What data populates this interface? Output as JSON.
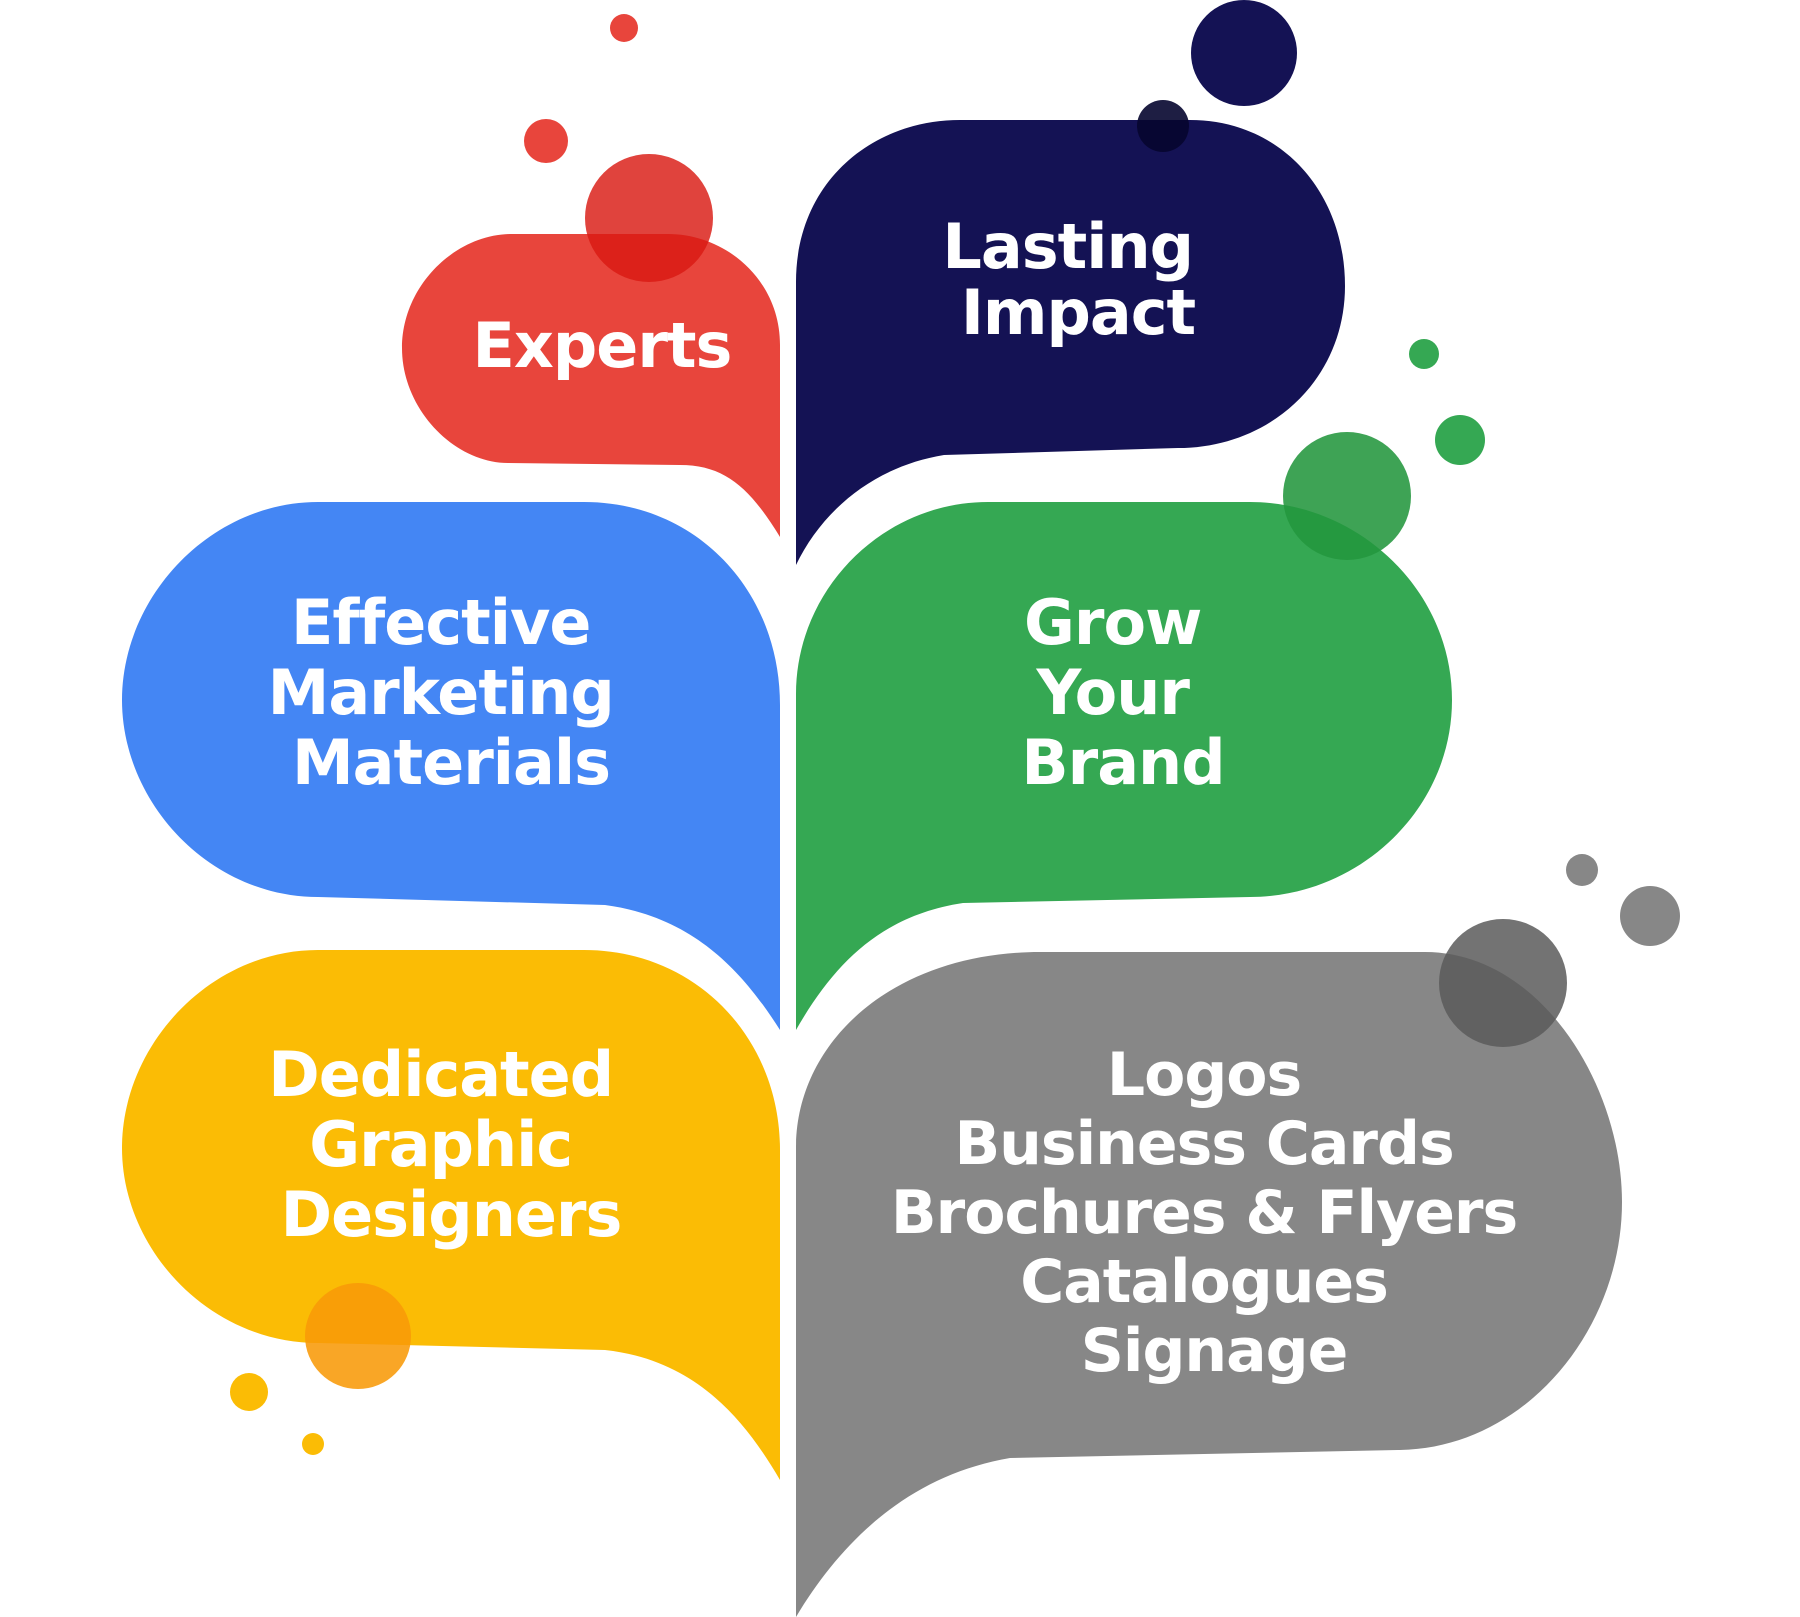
{
  "colors": {
    "red": "#E8453C",
    "navy": "#141254",
    "blue": "#4486F4",
    "green": "#35A853",
    "yellow": "#FBBC05",
    "gray": "#878787",
    "background": "#FFFFFF",
    "text": "#FFFFFF"
  },
  "bubbles": [
    {
      "id": "experts",
      "color": "#E8453C",
      "lines": [
        "Experts"
      ]
    },
    {
      "id": "lasting",
      "color": "#141254",
      "lines": [
        "Lasting",
        "Impact"
      ]
    },
    {
      "id": "effective",
      "color": "#4486F4",
      "lines": [
        "Effective",
        "Marketing",
        "Materials"
      ]
    },
    {
      "id": "grow",
      "color": "#35A853",
      "lines": [
        "Grow",
        "Your",
        "Brand"
      ]
    },
    {
      "id": "dedicated",
      "color": "#FBBC05",
      "lines": [
        "Dedicated",
        "Graphic",
        "Designers"
      ]
    },
    {
      "id": "services",
      "color": "#878787",
      "lines": [
        "Logos",
        "Business Cards",
        "Brochures & Flyers",
        "Catalogues",
        "Signage"
      ]
    }
  ]
}
